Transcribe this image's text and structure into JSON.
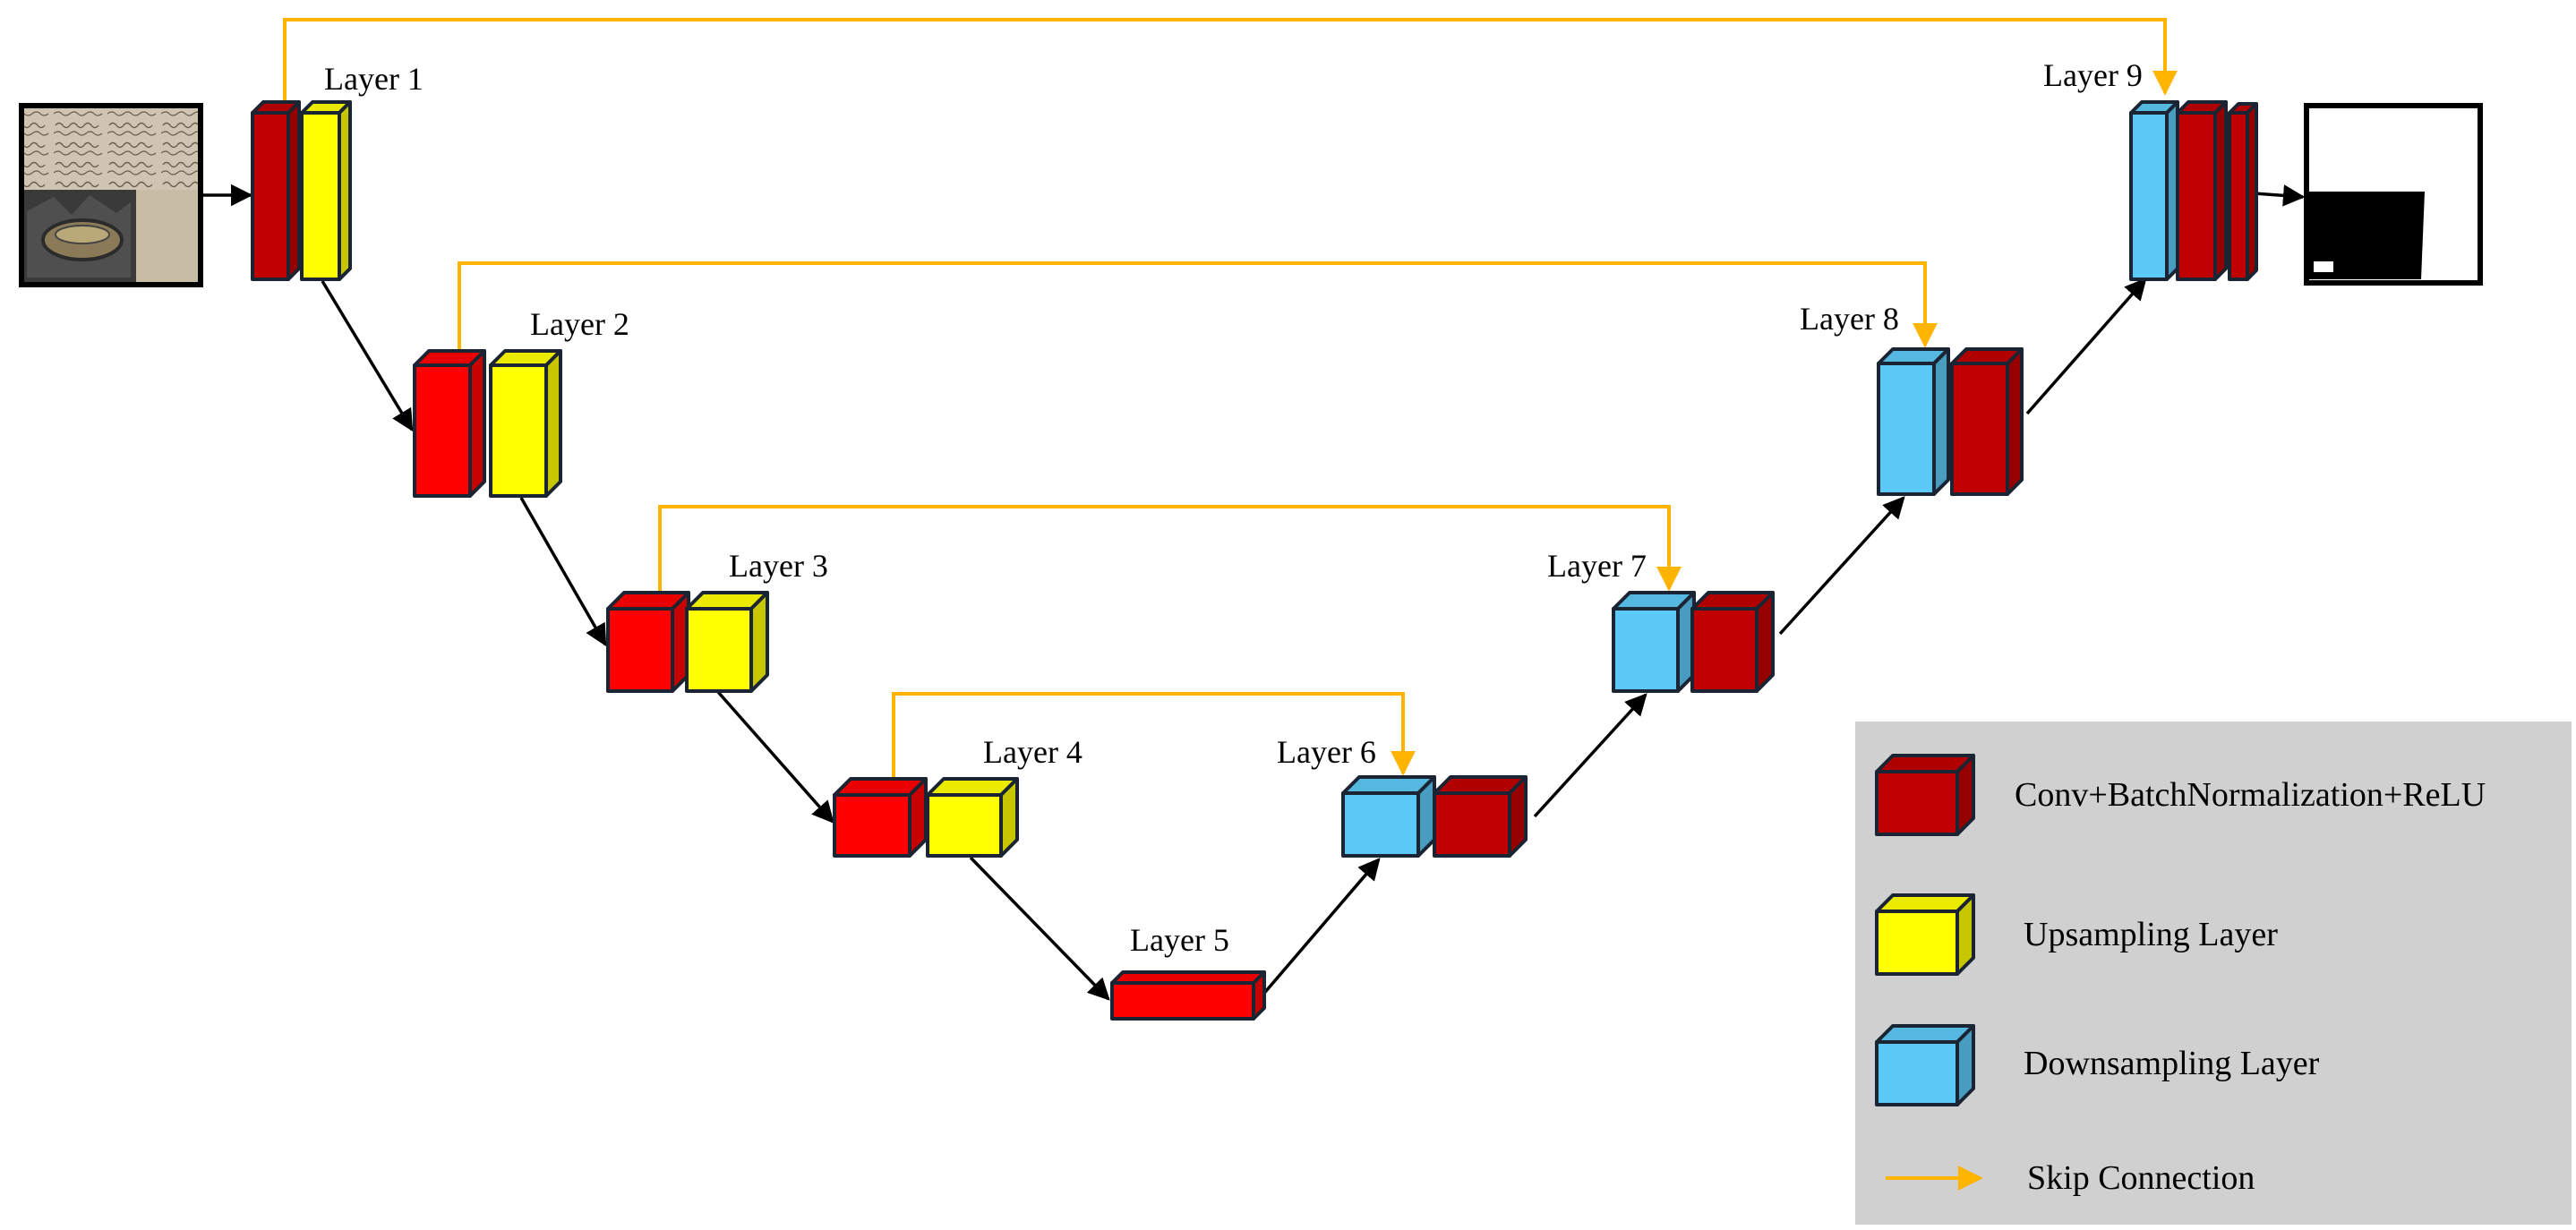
{
  "colors": {
    "conv_dark": "#C00000",
    "conv_bright": "#FF0000",
    "upsampling": "#FFFF00",
    "downsampling": "#5BC8F5",
    "skip": "#FFB400",
    "legend_bg": "#D0D0D0",
    "arrow": "#000000"
  },
  "layers": {
    "l1": "Layer 1",
    "l2": "Layer 2",
    "l3": "Layer 3",
    "l4": "Layer 4",
    "l5": "Layer 5",
    "l6": "Layer 6",
    "l7": "Layer 7",
    "l8": "Layer 8",
    "l9": "Layer 9"
  },
  "legend": {
    "conv": "Conv+BatchNormalization+ReLU",
    "upsampling": "Upsampling Layer",
    "downsampling": "Downsampling Layer",
    "skip": "Skip Connection"
  },
  "icons": {
    "input": "manuscript-image-icon",
    "output": "segmentation-mask-icon"
  }
}
